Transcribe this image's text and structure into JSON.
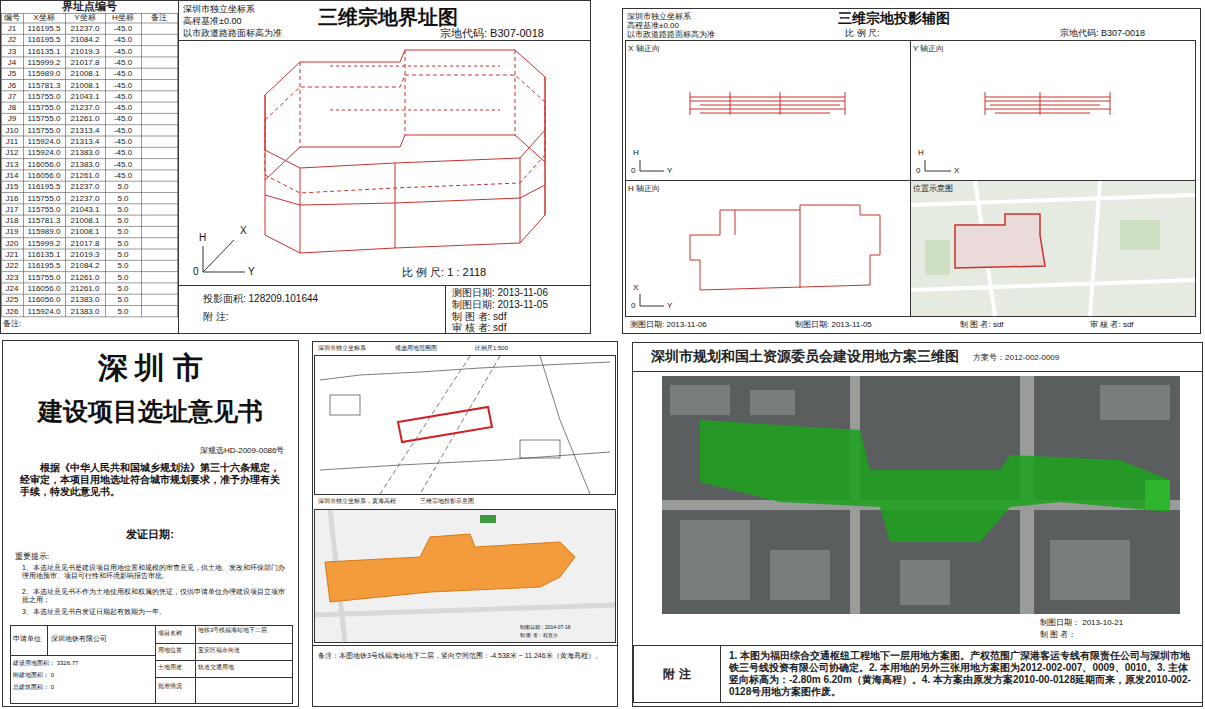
{
  "diagram": {
    "nodes": [
      {
        "text": [
          "深圳市规划和国土资源委员会建设用地方案三维图",
          "方案号：2012-002-0009"
        ]
      },
      {
        "text": [
          "附 注",
          "1. 本图为福田综合交通枢纽工程地下一层用地方案图。产权范围广深港客运专线有限责任公司与深圳市地铁三号线投资有限公司协确定。2. 本用地的另外三张用地方案图为2012-002-007、0009、0010。3. 主体竖向标高为：-2.80m 6.20m（黄海高程）。4. 本方案由原发方案2010-00-0128延期而来，原发2010-002-0128号用地方案图作废。"
        ]
      }
    ],
    "labels": [
      "界址点编号",
      "编号",
      "X坐标",
      "Y坐标",
      "H坐标",
      "备注",
      "J1",
      "116195.5",
      "21237.0",
      "-45.0",
      "J2",
      "116195.5",
      "21084.2",
      "-45.0",
      "J3",
      "116135.1",
      "21019.3",
      "-45.0",
      "J4",
      "115999.2",
      "21017.8",
      "-45.0",
      "J5",
      "115989.0",
      "21008.1",
      "-45.0",
      "J6",
      "115781.3",
      "21008.1",
      "-45.0",
      "J7",
      "115755.0",
      "21043.1",
      "-45.0",
      "J8",
      "115755.0",
      "21237.0",
      "-45.0",
      "J9",
      "115755.0",
      "21261.0",
      "-45.0",
      "J10",
      "115755.0",
      "21313.4",
      "-45.0",
      "J11",
      "115924.0",
      "21313.4",
      "-45.0",
      "J12",
      "115924.0",
      "21383.0",
      "-45.0",
      "J13",
      "116056.0",
      "21383.0",
      "-45.0",
      "J14",
      "116056.0",
      "21261.0",
      "-45.0",
      "J15",
      "116195.5",
      "21237.0",
      "5.0",
      "J16",
      "115755.0",
      "21237.0",
      "5.0",
      "J17",
      "115755.0",
      "21043.1",
      "5.0",
      "J18",
      "115781.3",
      "21008.1",
      "5.0",
      "J19",
      "115989.0",
      "21008.1",
      "5.0",
      "J20",
      "115999.2",
      "21017.8",
      "5.0",
      "J21",
      "116135.1",
      "21019.3",
      "5.0",
      "J22",
      "116195.5",
      "21084.2",
      "5.0",
      "J23",
      "115755.0",
      "21261.0",
      "5.0",
      "J24",
      "116056.0",
      "21261.0",
      "5.0",
      "J25",
      "116056.0",
      "21383.0",
      "5.0",
      "J26",
      "115924.0",
      "21383.0",
      "5.0",
      "备注:",
      "深圳市独立坐标系",
      "高程基准±0.00",
      "以市政道路路面标高为准",
      "三维宗地界址图",
      "宗地代码: B307-0018",
      "H",
      "X",
      "0",
      "Y",
      "比 例 尺: 1 : 2118",
      "投影面积: 128209.101644",
      "附 注:",
      "测图日期: 2013-11-06",
      "制图日期: 2013-11-05",
      "制 图 者: sdf",
      "审 核 者: sdf",
      "深圳市独立坐标系",
      "高程基准±0.00",
      "以市政道路路面标高为准",
      "三维宗地投影辅图",
      "比 例 尺:",
      "宗地代码: B307-0018",
      "X 轴正向",
      "Y 轴正向",
      "H 轴正向",
      "位置示意图",
      "H",
      "0",
      "Y",
      "H",
      "0",
      "X",
      "X",
      "0",
      "Y",
      "测图日期: 2013-11-06",
      "制图日期: 2013-11-05",
      "制 图 者: sdf",
      "审 核 者: sdf",
      "深 圳 市",
      "建设项目选址意见书",
      "深规选HD-2009-0086号",
      "根据《中华人民共和国城乡规划法》第三十六条规定，经审定，本项目用地选址符合城市规划要求，准予办理有关手续，特发此意见书。",
      "发证日期:",
      "重要提示:",
      "1、本选址意见书是建设项目用地位置和规模的审查意见，供土地、发改和环保部门办理用地预审、项目可行性和环境影响报告审批。",
      "2、本选址意见书不作为土地使用权和权属的凭证，仅供申请单位办理建设项目立项审批之用；",
      "3、本选址意见书自发证日期起有效期为一年。",
      "申请单位",
      "深圳地铁有限公司",
      "建设用地面积： 3326.77",
      "附建地面积： 0",
      "总建筑面积： 0",
      "项目名称",
      "地铁3号线福海站地下二层",
      "用地位置",
      "宝安区福永街道",
      "土地用途",
      "轨道交通用地",
      "批准情况",
      "深圳市独立坐标系",
      "规选用地范围图",
      "比例尺1:500",
      "深圳市独立坐标系，黄海高程",
      "三维宗地投影示意图",
      "制图日期：2014-07-16",
      "制 图 者：程宣方",
      "备注：本图地铁3号线福海站地下二层，竖向空间范围：-4.538米 ~ 11.246米（黄海高程）。",
      "制图日期： 2013-10-21",
      "制 图 者："
    ]
  }
}
